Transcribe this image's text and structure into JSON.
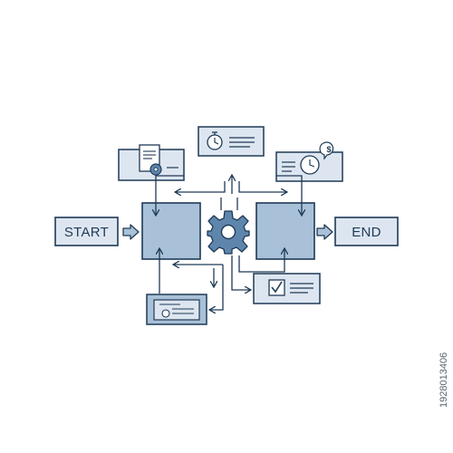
{
  "flow": {
    "start_label": "START",
    "end_label": "END"
  },
  "watermark": {
    "stock_id": "1928013406"
  },
  "colors": {
    "stroke": "#1f3a56",
    "light_fill": "#dde6f0",
    "medium_fill": "#a9c1d8",
    "gear_fill": "#5e86ad"
  },
  "icons": [
    "document-settings-icon",
    "stopwatch-icon",
    "clock-dollar-icon",
    "gear-icon",
    "checkbox-icon",
    "certificate-icon"
  ]
}
